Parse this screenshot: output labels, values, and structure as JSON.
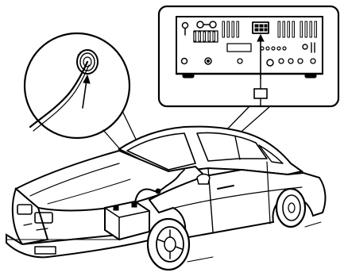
{
  "figure": {
    "subject": "car-cb-radio-installation-line-drawing",
    "ink_color": "#000000",
    "paper_color": "#ffffff",
    "callouts": [
      {
        "id": "grommet-detail",
        "shape": "circle"
      },
      {
        "id": "radio-rear-panel-detail",
        "shape": "rounded-rectangle"
      }
    ],
    "components": [
      "car-body",
      "car-battery",
      "power-cable",
      "firewall-grommet",
      "radio-rear-panel",
      "power-connector",
      "inline-fuse-holder"
    ]
  }
}
